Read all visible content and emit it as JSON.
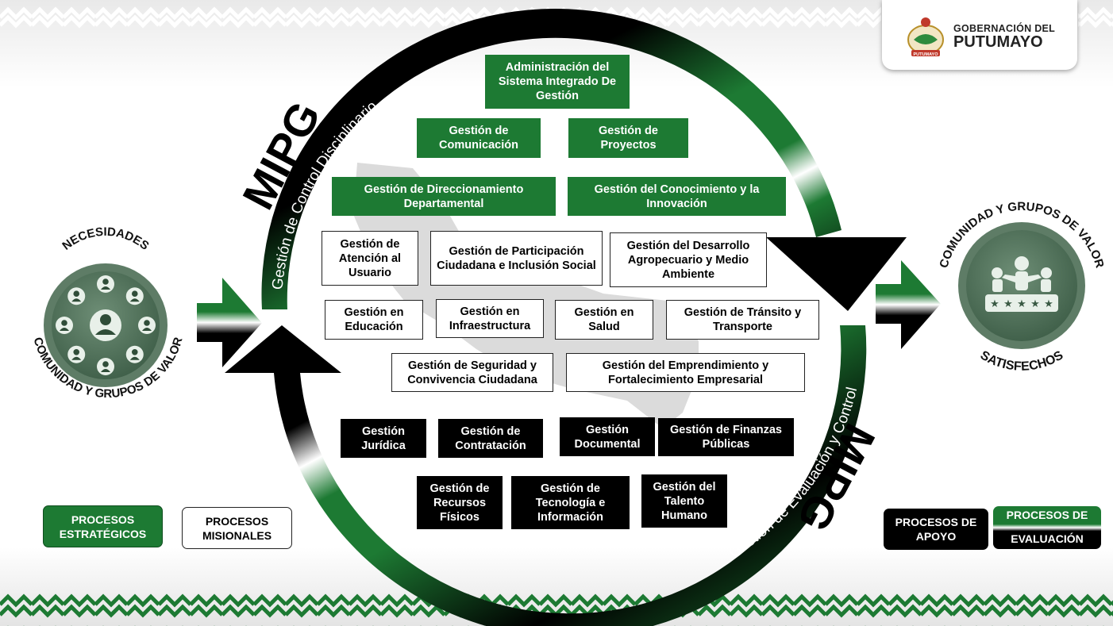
{
  "logo": {
    "line1": "GOBERNACIÓN DEL",
    "line2": "PUTUMAYO",
    "emblem_text": "PUTUMAYO"
  },
  "cycle": {
    "top_label": "Gestión de Control Disciplinario",
    "bottom_label": "Gestión de Evaluación y Control",
    "mipg_top": "MIPG",
    "mipg_bottom": "MIPG",
    "colors": {
      "green": "#1d7a33",
      "black": "#000000"
    }
  },
  "left_badge": {
    "top": "NECESIDADES",
    "bottom": "COMUNIDAD Y GRUPOS DE VALOR"
  },
  "right_badge": {
    "top": "COMUNIDAD Y GRUPOS DE VALOR",
    "bottom": "SATISFECHOS"
  },
  "strategic": [
    {
      "text": "Administración del Sistema Integrado De Gestión"
    },
    {
      "text": "Gestión de Comunicación"
    },
    {
      "text": "Gestión de Proyectos"
    },
    {
      "text": "Gestión de Direccionamiento Departamental"
    },
    {
      "text": "Gestión del Conocimiento y la Innovación"
    }
  ],
  "missional": [
    {
      "text": "Gestión de Atención al Usuario"
    },
    {
      "text": "Gestión de Participación Ciudadana e Inclusión Social"
    },
    {
      "text": "Gestión del Desarrollo Agropecuario y Medio Ambiente"
    },
    {
      "text": "Gestión en Educación"
    },
    {
      "text": "Gestión en Infraestructura"
    },
    {
      "text": "Gestión en Salud"
    },
    {
      "text": "Gestión de Tránsito y Transporte"
    },
    {
      "text": "Gestión de Seguridad y Convivencia Ciudadana"
    },
    {
      "text": "Gestión del Emprendimiento y Fortalecimiento Empresarial"
    }
  ],
  "support": [
    {
      "text": "Gestión Jurídica"
    },
    {
      "text": "Gestión de Contratación"
    },
    {
      "text": "Gestión Documental"
    },
    {
      "text": "Gestión de Finanzas Públicas"
    },
    {
      "text": "Gestión de Recursos Físicos"
    },
    {
      "text": "Gestión de Tecnología e Información"
    },
    {
      "text": "Gestión del Talento Humano"
    }
  ],
  "legend": {
    "strategic": "PROCESOS ESTRATÉGICOS",
    "missional": "PROCESOS MISIONALES",
    "support": "PROCESOS DE APOYO",
    "evaluation_top": "PROCESOS DE",
    "evaluation_bottom": "EVALUACIÓN"
  }
}
